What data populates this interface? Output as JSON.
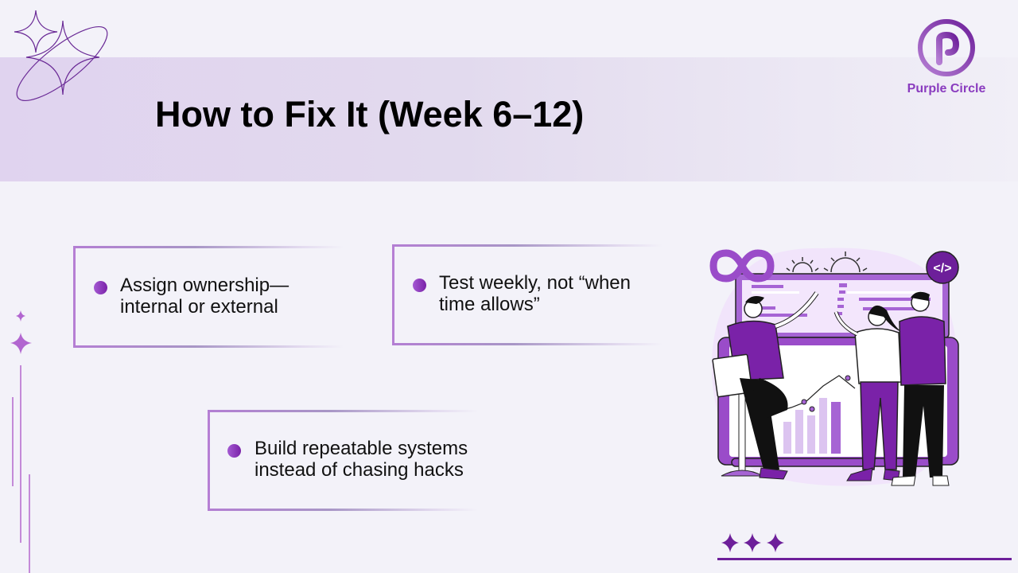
{
  "slide": {
    "title": "How to Fix It (Week 6–12)",
    "brand": {
      "name": "Purple Circle",
      "logo_letter": "P"
    },
    "bullets": [
      {
        "line1": "Assign ownership—",
        "line2": "internal or external"
      },
      {
        "line1": "Test weekly, not “when",
        "line2": "time allows”"
      },
      {
        "line1": "Build repeatable systems",
        "line2": "instead of chasing hacks"
      }
    ],
    "illustration": {
      "description": "team-collaborating-at-dashboard",
      "code_badge": "</>"
    },
    "colors": {
      "background": "#f3f2f9",
      "header_band": "#e0d3ef",
      "accent": "#7a22a8",
      "accent_light": "#b67fd4",
      "title_text": "#000000"
    }
  }
}
